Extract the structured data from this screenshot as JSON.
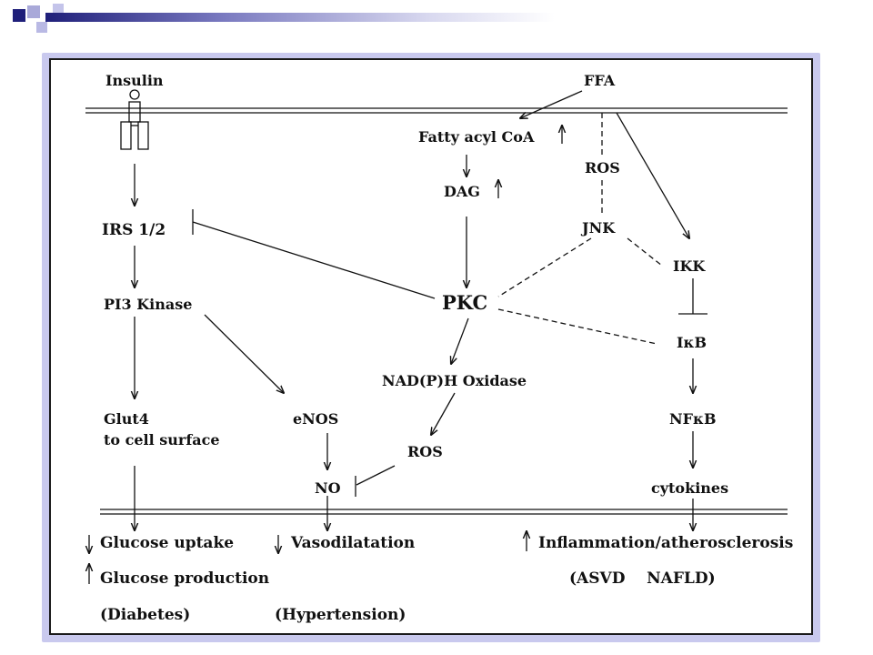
{
  "colors": {
    "accent_dark": "#1f1f7a",
    "accent_light": "#a9a9d9",
    "frame": "#c9c9ee",
    "ink": "#111111"
  },
  "labels": {
    "insulin": "Insulin",
    "ffa": "FFA",
    "fatty_acyl_coa": "Fatty acyl CoA",
    "ros_top": "ROS",
    "dag": "DAG",
    "irs": "IRS 1/2",
    "jnk": "JNK",
    "ikk": "IKK",
    "pi3_kinase": "PI3 Kinase",
    "pkc": "PKC",
    "ikb": "IκB",
    "nadph_oxidase": "NAD(P)H Oxidase",
    "glut4_line1": "Glut4",
    "glut4_line2": "to cell surface",
    "enos": "eNOS",
    "nfkb": "NFκB",
    "ros_mid": "ROS",
    "no": "NO",
    "cytokines": "cytokines",
    "glucose_uptake": "Glucose uptake",
    "glucose_production": "Glucose production",
    "vasodilatation": "Vasodilatation",
    "inflammation": "Inflammation/atherosclerosis",
    "diabetes": "(Diabetes)",
    "hypertension": "(Hypertension)",
    "asvd_nafld": "(ASVD    NAFLD)"
  },
  "icons": {
    "up": "↑",
    "down": "↓",
    "receptor": "insulin-receptor-icon"
  }
}
